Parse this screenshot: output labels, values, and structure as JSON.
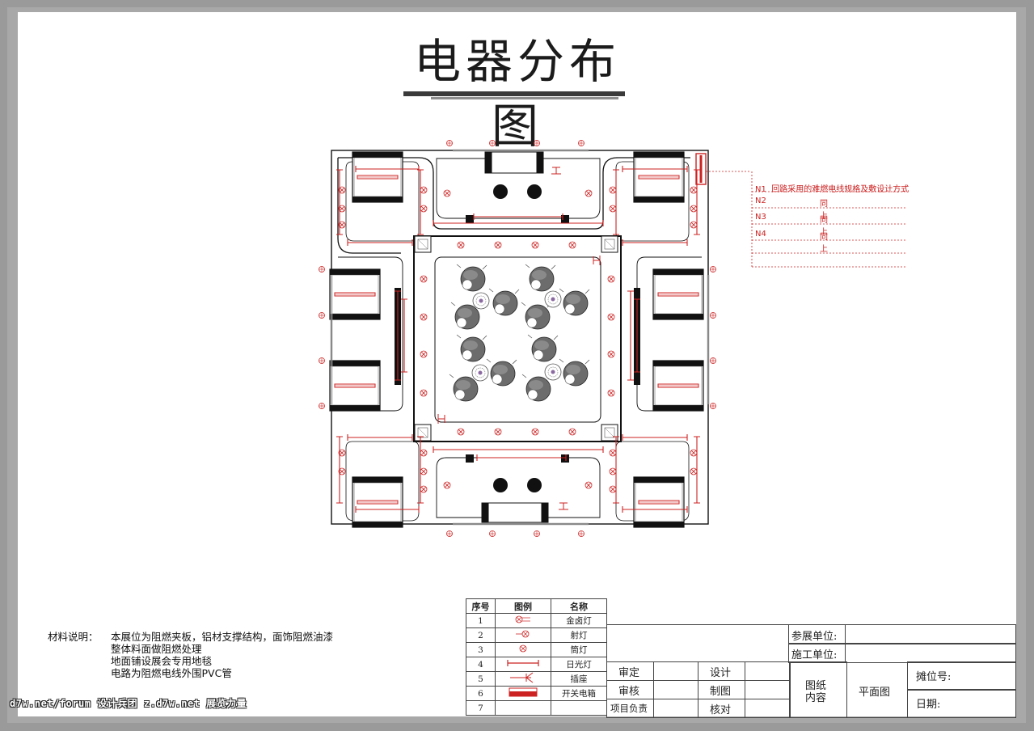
{
  "title": "电器分布图",
  "circuits": [
    {
      "id": "N1",
      "text": "回路采用的难燃电线规格及敷设计方式"
    },
    {
      "id": "N2",
      "text": "同上"
    },
    {
      "id": "N3",
      "text": "同上"
    },
    {
      "id": "N4",
      "text": "同上"
    }
  ],
  "materials": {
    "label": "材料说明：",
    "lines": [
      "本展位为阻燃夹板，铝材支撑结构，面饰阻燃油漆",
      "整体料面做阻燃处理",
      "地面铺设展会专用地毯",
      "电路为阻燃电线外围PVC管"
    ]
  },
  "watermark": "d7w.net/forum 设计兵团 z.d7w.net 展览力量",
  "legend": {
    "headers": [
      "序号",
      "图例",
      "名称"
    ],
    "rows": [
      {
        "no": "1",
        "symbol": "metal-halide-lamp-icon",
        "name": "金卤灯"
      },
      {
        "no": "2",
        "symbol": "spotlight-icon",
        "name": "射灯"
      },
      {
        "no": "3",
        "symbol": "downlight-icon",
        "name": "筒灯"
      },
      {
        "no": "4",
        "symbol": "fluorescent-lamp-icon",
        "name": "日光灯"
      },
      {
        "no": "5",
        "symbol": "socket-icon",
        "name": "插座"
      },
      {
        "no": "6",
        "symbol": "switch-box-icon",
        "name": "开关电箱"
      },
      {
        "no": "7",
        "symbol": "",
        "name": ""
      }
    ]
  },
  "title_block": {
    "exhibitor_label": "参展单位:",
    "builder_label": "施工单位:",
    "approve_label": "审定",
    "check_label": "审核",
    "pm_label": "项目负责",
    "design_label": "设计",
    "draw_label": "制图",
    "verify_label": "核对",
    "content_label_1": "图纸",
    "content_label_2": "内容",
    "content_value": "平面图",
    "booth_label": "摊位号:",
    "date_label": "日期:"
  },
  "colors": {
    "accent": "#cc2222",
    "line": "#111111"
  }
}
